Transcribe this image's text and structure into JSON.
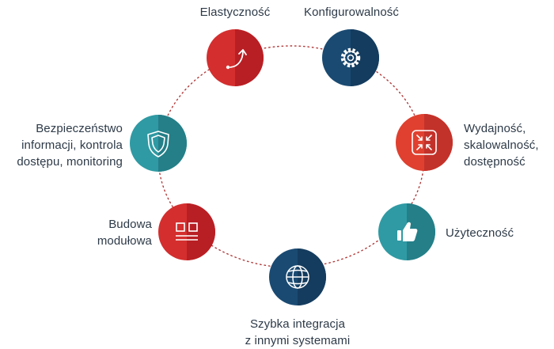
{
  "colors": {
    "red": "#d42e2e",
    "red_dark": "#b81f24",
    "orange_red": "#e0402f",
    "navy": "#1a4a72",
    "navy_dark": "#143c5e",
    "teal": "#2f9aa3",
    "teal_dark": "#247f88",
    "ring": "#b23a3a",
    "text": "#2d3a48"
  },
  "features": [
    {
      "id": "elastycznosc",
      "lines": [
        "Elastyczność"
      ],
      "icon": "curved-arrow-icon",
      "color": "red"
    },
    {
      "id": "konfigurowalnosc",
      "lines": [
        "Konfigurowalność"
      ],
      "icon": "gear-icon",
      "color": "navy"
    },
    {
      "id": "wydajnosc",
      "lines": [
        "Wydajność,",
        "skalowalność,",
        "dostępność"
      ],
      "icon": "compress-arrows-icon",
      "color": "orange_red"
    },
    {
      "id": "uzytecznosc",
      "lines": [
        "Użyteczność"
      ],
      "icon": "thumbs-up-icon",
      "color": "teal"
    },
    {
      "id": "integracja",
      "lines": [
        "Szybka integracja",
        "z innymi systemami"
      ],
      "icon": "globe-icon",
      "color": "navy"
    },
    {
      "id": "budowa",
      "lines": [
        "Budowa",
        "modułowa"
      ],
      "icon": "modules-icon",
      "color": "red"
    },
    {
      "id": "bezpieczenstwo",
      "lines": [
        "Bezpieczeństwo",
        "informacji, kontrola",
        "dostępu, monitoring"
      ],
      "icon": "shield-icon",
      "color": "teal"
    }
  ]
}
